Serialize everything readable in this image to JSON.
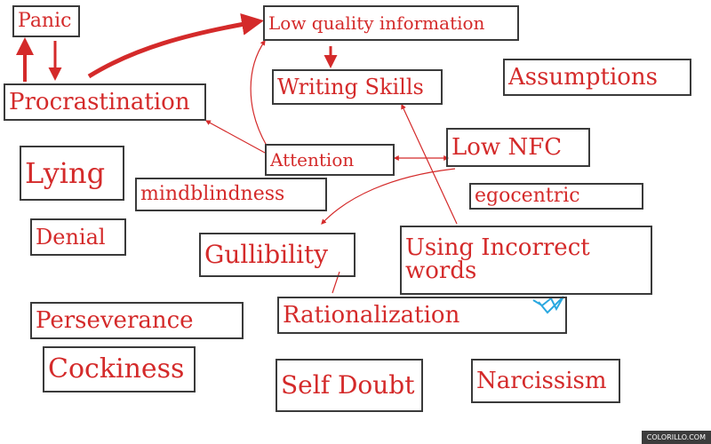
{
  "nodes": [
    {
      "id": "panic",
      "label": "Panic"
    },
    {
      "id": "low-quality-information",
      "label": "Low quality information"
    },
    {
      "id": "procrastination",
      "label": "Procrastination"
    },
    {
      "id": "writing-skills",
      "label": "Writing Skills"
    },
    {
      "id": "assumptions",
      "label": "Assumptions"
    },
    {
      "id": "attention",
      "label": "Attention"
    },
    {
      "id": "low-nfc",
      "label": "Low NFC"
    },
    {
      "id": "lying",
      "label": "Lying"
    },
    {
      "id": "mindblindness",
      "label": "mindblindness"
    },
    {
      "id": "egocentric",
      "label": "egocentric"
    },
    {
      "id": "denial",
      "label": "Denial"
    },
    {
      "id": "gullibility",
      "label": "Gullibility"
    },
    {
      "id": "using-incorrect-words",
      "label": "Using Incorrect words"
    },
    {
      "id": "perseverance",
      "label": "Perseverance"
    },
    {
      "id": "rationalization",
      "label": "Rationalization"
    },
    {
      "id": "cockiness",
      "label": "Cockiness"
    },
    {
      "id": "self-doubt",
      "label": "Self Doubt"
    },
    {
      "id": "narcissism",
      "label": "Narcissism"
    }
  ],
  "edges": [
    {
      "from": "panic",
      "to": "procrastination"
    },
    {
      "from": "procrastination",
      "to": "panic"
    },
    {
      "from": "procrastination",
      "to": "low-quality-information"
    },
    {
      "from": "low-quality-information",
      "to": "writing-skills"
    },
    {
      "from": "attention",
      "to": "procrastination"
    },
    {
      "from": "attention",
      "to": "low-quality-information"
    },
    {
      "from": "attention",
      "to": "low-nfc"
    },
    {
      "from": "low-nfc",
      "to": "attention"
    },
    {
      "from": "low-nfc",
      "to": "gullibility"
    },
    {
      "from": "using-incorrect-words",
      "to": "writing-skills"
    }
  ],
  "colors": {
    "ink": "#d42a2a",
    "box_border": "#3a3a3a",
    "accent_scribble": "#2aa8e0"
  },
  "watermark": "COLORILLO.COM"
}
